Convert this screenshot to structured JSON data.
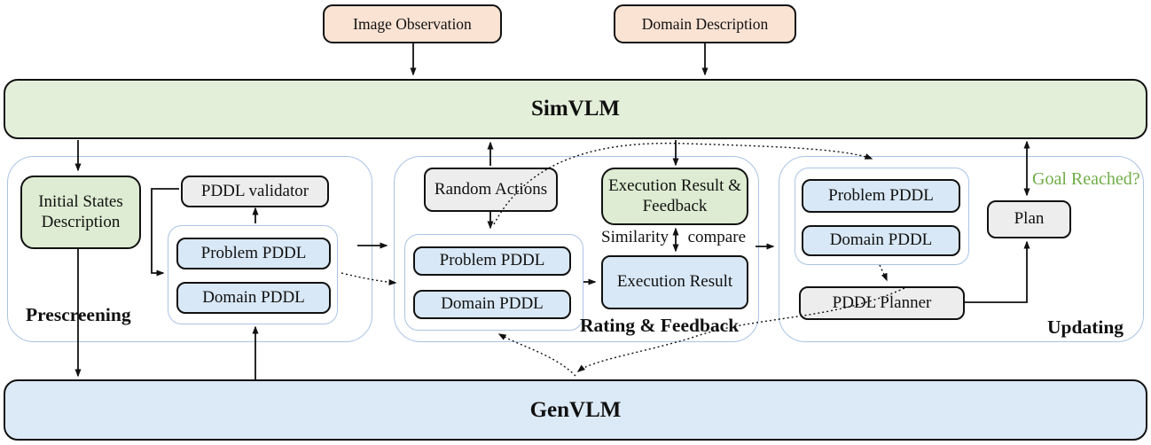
{
  "inputs": {
    "image_observation": "Image Observation",
    "domain_description": "Domain Description"
  },
  "simvlm_label": "SimVLM",
  "genvlm_label": "GenVLM",
  "prescreening": {
    "label": "Prescreening",
    "initial_states": "Initial States Description",
    "pddl_validator": "PDDL validator",
    "problem_pddl": "Problem PDDL",
    "domain_pddl": "Domain PDDL"
  },
  "rating": {
    "label": "Rating & Feedback",
    "random_actions": "Random Actions",
    "problem_pddl": "Problem PDDL",
    "domain_pddl": "Domain PDDL",
    "execution_result_feedback": "Execution Result & Feedback",
    "similarity_left": "Similarity",
    "similarity_right": "compare",
    "execution_result": "Execution Result"
  },
  "updating": {
    "label": "Updating",
    "problem_pddl": "Problem PDDL",
    "domain_pddl": "Domain PDDL",
    "plan": "Plan",
    "pddl_planner": "PDDL Planner",
    "goal_reached": "Goal Reached?"
  },
  "colors": {
    "peach": "#fbe3d4",
    "sim": "#e4efda",
    "gen": "#dce9f6",
    "green": "#ddecd2",
    "blue": "#d9e8f6",
    "gray": "#ededed",
    "panel": "#aac4e4",
    "goal": "#70ad47",
    "ink": "#111111"
  }
}
